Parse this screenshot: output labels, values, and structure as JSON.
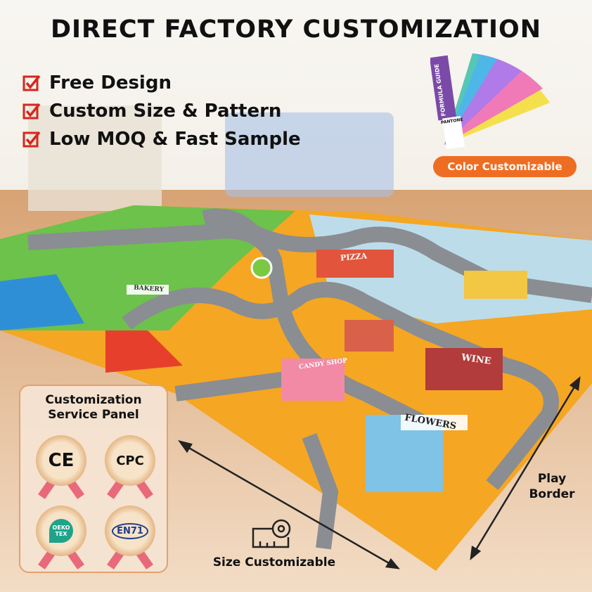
{
  "header": {
    "title": "DIRECT FACTORY CUSTOMIZATION"
  },
  "features": [
    {
      "label": "Free Design"
    },
    {
      "label": "Custom Size & Pattern"
    },
    {
      "label": "Low MOQ & Fast Sample"
    }
  ],
  "color_badge": {
    "label": "Color Customizable",
    "color": "#ee6d22"
  },
  "swatch_fan": {
    "guide_text": "FORMULA GUIDE",
    "brand": "PANTONE"
  },
  "service_panel": {
    "title_line1": "Customization",
    "title_line2": "Service Panel",
    "certifications": [
      {
        "label": "CE"
      },
      {
        "label": "CPC"
      },
      {
        "label": "OEKO TEX"
      },
      {
        "label": "EN71"
      }
    ]
  },
  "mat_signs": {
    "pizza": "PIZZA",
    "candy": "CANDY SHOP",
    "wine": "WINE",
    "flowers": "FLOWERS",
    "bakery": "BAKERY"
  },
  "size_label": "Size Customizable",
  "border_label_line1": "Play",
  "border_label_line2": "Border"
}
